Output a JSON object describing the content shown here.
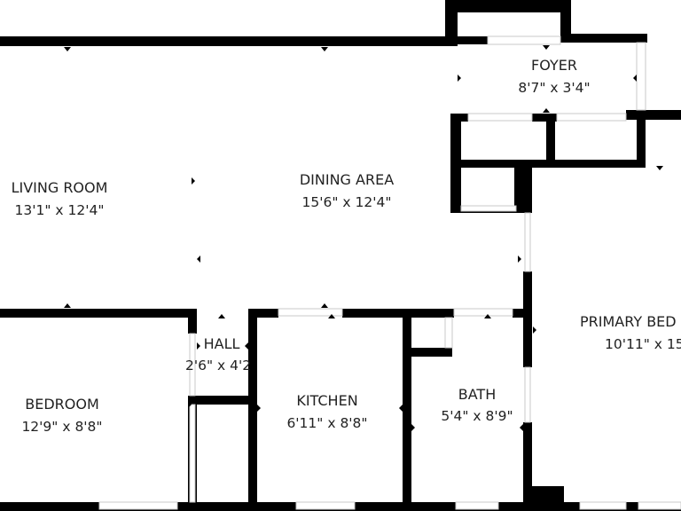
{
  "rooms": {
    "foyer": {
      "name": "FOYER",
      "dims": "8'7\" x 3'4\""
    },
    "living_room": {
      "name": "LIVING ROOM",
      "dims": "13'1\" x 12'4\""
    },
    "dining_area": {
      "name": "DINING AREA",
      "dims": "15'6\" x 12'4\""
    },
    "primary_bedroom": {
      "name": "PRIMARY BED",
      "dims": "10'11\" x 15"
    },
    "hall": {
      "name": "HALL",
      "dims": "2'6\" x 4'2"
    },
    "bedroom": {
      "name": "BEDROOM",
      "dims": "12'9\" x 8'8\""
    },
    "kitchen": {
      "name": "KITCHEN",
      "dims": "6'11\" x 8'8\""
    },
    "bath": {
      "name": "BATH",
      "dims": "5'4\" x 8'9\""
    }
  },
  "colors": {
    "wall": "#000000",
    "background": "#ffffff",
    "text": "#222222"
  }
}
